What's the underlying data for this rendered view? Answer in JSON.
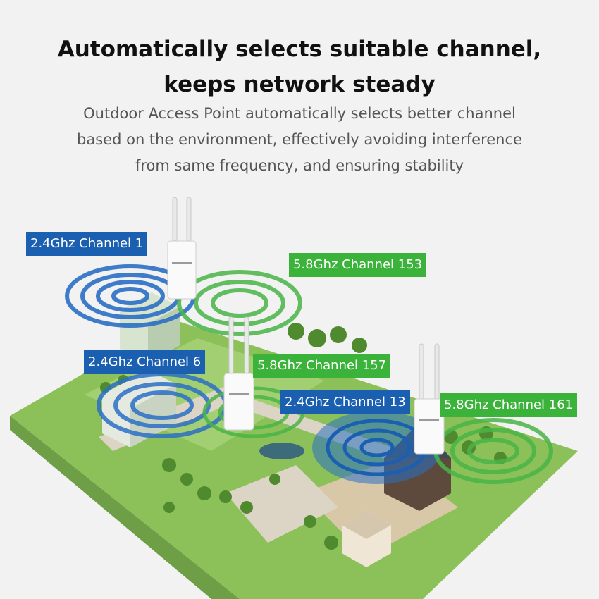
{
  "heading": {
    "line1": "Automatically selects suitable channel,",
    "line2": "keeps network steady"
  },
  "description": {
    "line1": "Outdoor Access Point automatically selects better channel",
    "line2": "based on the environment, effectively avoiding interference",
    "line3": "from same frequency, and ensuring stability"
  },
  "channel_labels": {
    "ch1": "2.4Ghz Channel 1",
    "ch153": "5.8Ghz Channel 153",
    "ch6": "2.4Ghz Channel 6",
    "ch157": "5.8Ghz Channel 157",
    "ch13": "2.4Ghz Channel 13",
    "ch161": "5.8Ghz Channel 161"
  },
  "colors": {
    "background": "#f2f2f2",
    "band_24ghz": "#1a5fb0",
    "band_58ghz": "#3bb23a",
    "terrain": "#8cc15a",
    "road": "#dcd4c4"
  },
  "icons": {
    "access_point": "outdoor-access-point-icon",
    "wave_24": "wifi-wave-blue-icon",
    "wave_58": "wifi-wave-green-icon"
  }
}
